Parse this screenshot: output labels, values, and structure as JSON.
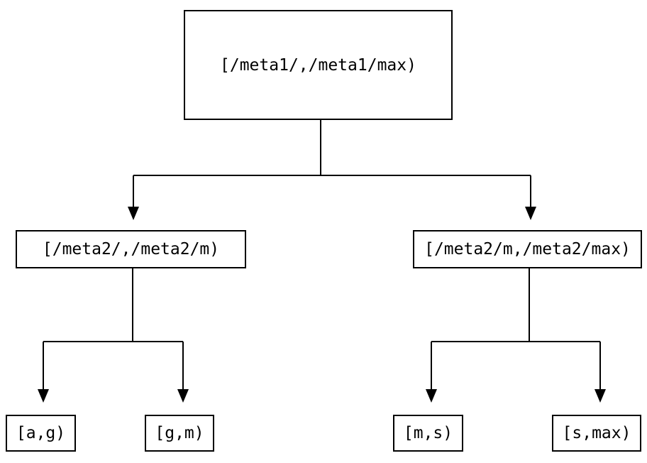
{
  "diagram": {
    "type": "tree",
    "nodes": {
      "root": {
        "id": "root",
        "label": "[/meta1/,/meta1/max)"
      },
      "mid_left": {
        "id": "mid_left",
        "label": "[/meta2/,/meta2/m)"
      },
      "mid_right": {
        "id": "mid_right",
        "label": "[/meta2/m,/meta2/max)"
      },
      "leaf_1": {
        "id": "leaf_1",
        "label": "[a,g)"
      },
      "leaf_2": {
        "id": "leaf_2",
        "label": "[g,m)"
      },
      "leaf_3": {
        "id": "leaf_3",
        "label": "[m,s)"
      },
      "leaf_4": {
        "id": "leaf_4",
        "label": "[s,max)"
      }
    },
    "edges": [
      {
        "from": "root",
        "to": "mid_left"
      },
      {
        "from": "root",
        "to": "mid_right"
      },
      {
        "from": "mid_left",
        "to": "leaf_1"
      },
      {
        "from": "mid_left",
        "to": "leaf_2"
      },
      {
        "from": "mid_right",
        "to": "leaf_3"
      },
      {
        "from": "mid_right",
        "to": "leaf_4"
      }
    ],
    "colors": {
      "line": "#000000",
      "box_border": "#000000",
      "text": "#000000",
      "background": "#ffffff"
    }
  }
}
